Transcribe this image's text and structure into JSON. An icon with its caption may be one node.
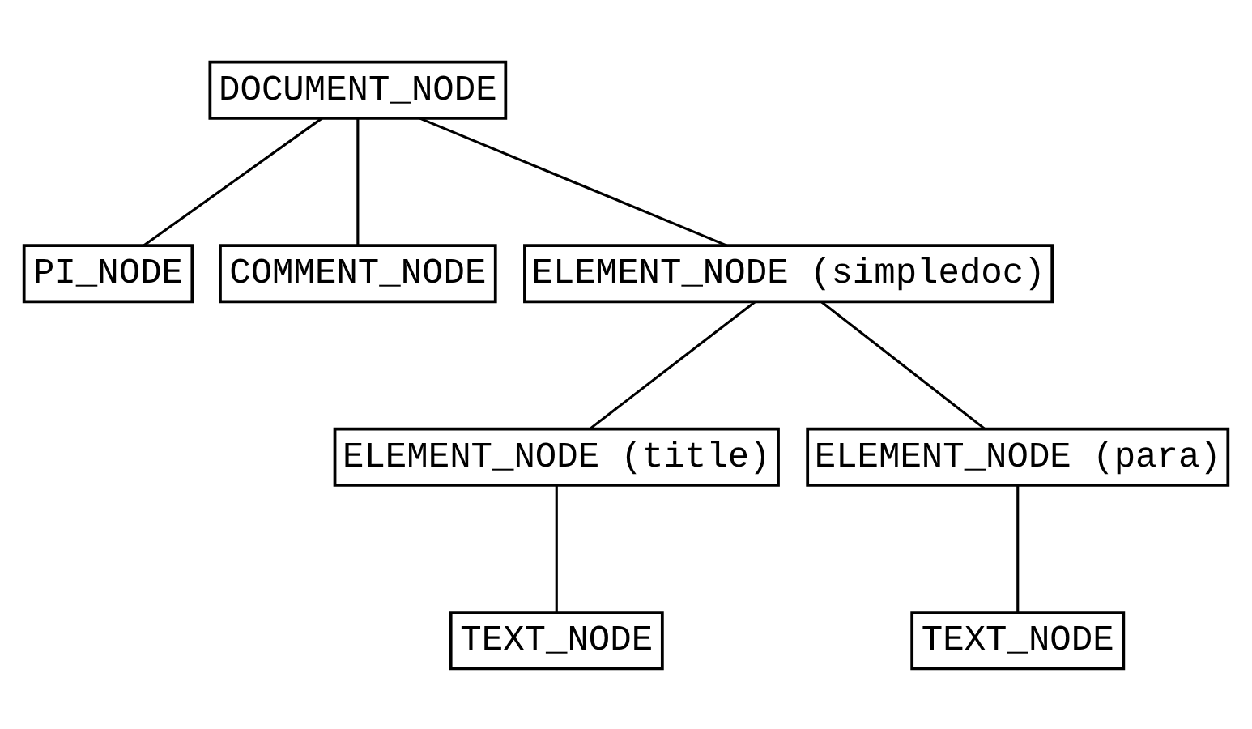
{
  "diagram": {
    "nodes": [
      {
        "text": [
          "DOCUMENT_NODE"
        ]
      },
      {
        "text": [
          "PI_NODE"
        ]
      },
      {
        "text": [
          "COMMENT_NODE"
        ]
      },
      {
        "text": [
          "ELEMENT_NODE (simpledoc)"
        ]
      },
      {
        "text": [
          "ELEMENT_NODE (title)"
        ]
      },
      {
        "text": [
          "ELEMENT_NODE (para)"
        ]
      },
      {
        "text": [
          "TEXT_NODE"
        ]
      },
      {
        "text": [
          "TEXT_NODE"
        ]
      }
    ],
    "edges": [
      {
        "from": 0,
        "to": 1,
        "arrow": "none"
      },
      {
        "from": 0,
        "to": 2,
        "arrow": "none"
      },
      {
        "from": 0,
        "to": 3,
        "arrow": "none"
      },
      {
        "from": 3,
        "to": 4,
        "arrow": "none"
      },
      {
        "from": 3,
        "to": 5,
        "arrow": "none"
      },
      {
        "from": 4,
        "to": 6,
        "arrow": "none"
      },
      {
        "from": 5,
        "to": 7,
        "arrow": "none"
      }
    ]
  }
}
